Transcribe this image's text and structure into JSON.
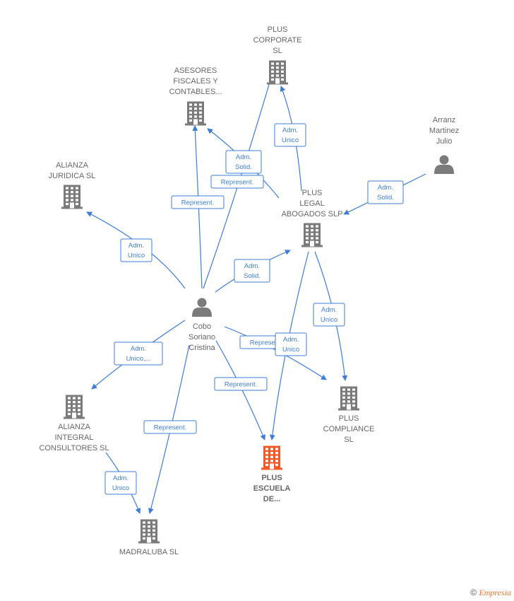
{
  "colors": {
    "edge": "#3d7dd8",
    "node": "#7b7b7b",
    "highlight": "#f05a28",
    "label": "#666666"
  },
  "nodes": [
    {
      "id": "plus_corporate",
      "type": "company",
      "lines": [
        "PLUS",
        "CORPORATE",
        "SL"
      ]
    },
    {
      "id": "asesores",
      "type": "company",
      "lines": [
        "ASESORES",
        "FISCALES Y",
        "CONTABLES..."
      ]
    },
    {
      "id": "arranz",
      "type": "person",
      "lines": [
        "Arranz",
        "Martinez",
        "Julio"
      ]
    },
    {
      "id": "alianza_juridica",
      "type": "company",
      "lines": [
        "ALIANZA",
        "JURIDICA SL"
      ]
    },
    {
      "id": "plus_legal",
      "type": "company",
      "lines": [
        "PLUS",
        "LEGAL",
        "ABOGADOS  SLP"
      ]
    },
    {
      "id": "cobo",
      "type": "person",
      "lines": [
        "Cobo",
        "Soriano",
        "Cristina"
      ]
    },
    {
      "id": "alianza_integral",
      "type": "company",
      "lines": [
        "ALIANZA",
        "INTEGRAL",
        "CONSULTORES SL"
      ]
    },
    {
      "id": "plus_compliance",
      "type": "company",
      "lines": [
        "PLUS",
        "COMPLIANCE",
        "SL"
      ]
    },
    {
      "id": "plus_escuela",
      "type": "company",
      "highlight": true,
      "lines": [
        "PLUS",
        "ESCUELA",
        "DE..."
      ]
    },
    {
      "id": "madraluba",
      "type": "company",
      "lines": [
        "MADRALUBA SL"
      ]
    }
  ],
  "edges": [
    {
      "from": "plus_legal",
      "to": "plus_corporate",
      "label": [
        "Adm.",
        "Unico"
      ]
    },
    {
      "from": "plus_legal",
      "to": "asesores",
      "label": [
        "Adm.",
        "Solid."
      ]
    },
    {
      "from": "cobo",
      "to": "asesores",
      "label": [
        "Represent."
      ]
    },
    {
      "from": "cobo",
      "to": "plus_corporate",
      "label": [
        "Represent."
      ]
    },
    {
      "from": "arranz",
      "to": "plus_legal",
      "label": [
        "Adm.",
        "Solid."
      ]
    },
    {
      "from": "cobo",
      "to": "alianza_juridica",
      "label": [
        "Adm.",
        "Unico"
      ]
    },
    {
      "from": "cobo",
      "to": "plus_legal",
      "label": [
        "Adm.",
        "Solid."
      ]
    },
    {
      "from": "plus_legal",
      "to": "plus_compliance",
      "label": [
        "Adm.",
        "Unico"
      ]
    },
    {
      "from": "cobo",
      "to": "plus_compliance",
      "label": [
        "Represent."
      ]
    },
    {
      "from": "plus_legal",
      "to": "plus_escuela",
      "label": [
        "Adm.",
        "Unico"
      ]
    },
    {
      "from": "cobo",
      "to": "alianza_integral",
      "label": [
        "Adm.",
        "Unico,..."
      ]
    },
    {
      "from": "cobo",
      "to": "plus_escuela",
      "label": [
        "Represent."
      ]
    },
    {
      "from": "cobo",
      "to": "madraluba",
      "label": [
        "Represent."
      ]
    },
    {
      "from": "alianza_integral",
      "to": "madraluba",
      "label": [
        "Adm.",
        "Unico"
      ]
    }
  ],
  "footer": {
    "copyright_symbol": "©",
    "brand": "Empresia"
  }
}
